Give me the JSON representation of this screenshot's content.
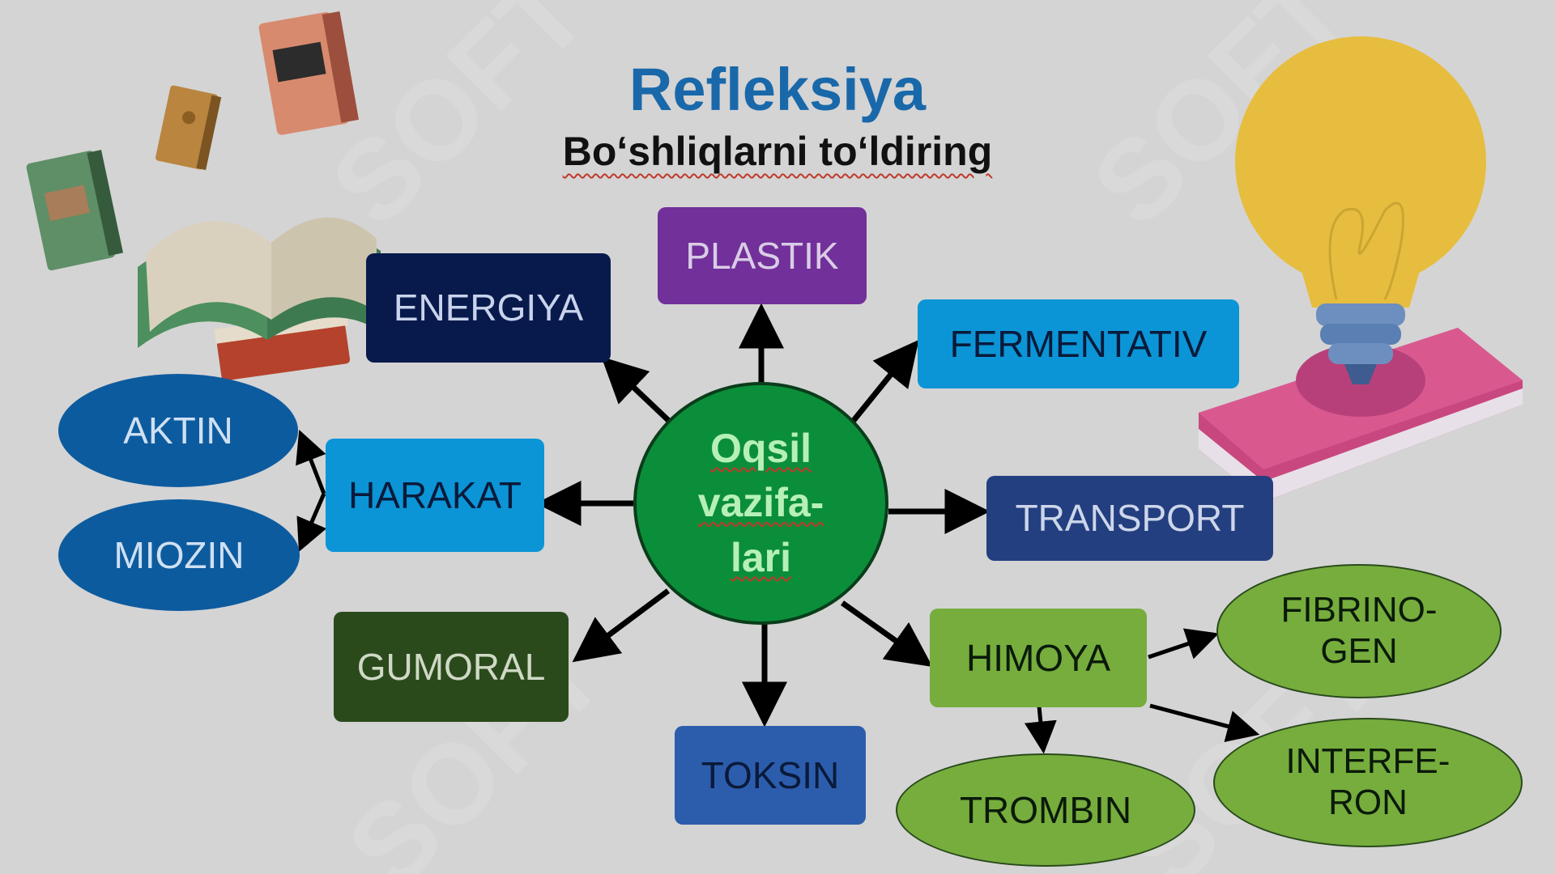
{
  "title": "Refleksiya",
  "subtitle": "Bo‘shliqlarni  to‘ldiring",
  "center": "Oqsil\nvazifa-\nlari",
  "watermark": "SOFT",
  "nodes": {
    "plastik": {
      "label": "PLASTIK",
      "color": "#72309a"
    },
    "energiya": {
      "label": "ENERGIYA",
      "color": "#081a4c"
    },
    "fermentativ": {
      "label": "FERMENTATIV",
      "color": "#0b95d6"
    },
    "harakat": {
      "label": "HARAKAT",
      "color": "#0b95d6"
    },
    "transport": {
      "label": "TRANSPORT",
      "color": "#233f80"
    },
    "gumoral": {
      "label": "GUMORAL",
      "color": "#2a4a1c"
    },
    "toksin": {
      "label": "TOKSIN",
      "color": "#2c5dac"
    },
    "himoya": {
      "label": "HIMOYA",
      "color": "#76ad3d"
    },
    "aktin": {
      "label": "AKTIN",
      "color": "#0d5b9f"
    },
    "miozin": {
      "label": "MIOZIN",
      "color": "#0d5b9f"
    },
    "fibrinogen": {
      "label": "FIBRINO-\nGEN",
      "color": "#76ad3d"
    },
    "interferon": {
      "label": "INTERFE-\nRON",
      "color": "#76ad3d"
    },
    "trombin": {
      "label": "TROMBIN",
      "color": "#76ad3d"
    }
  }
}
